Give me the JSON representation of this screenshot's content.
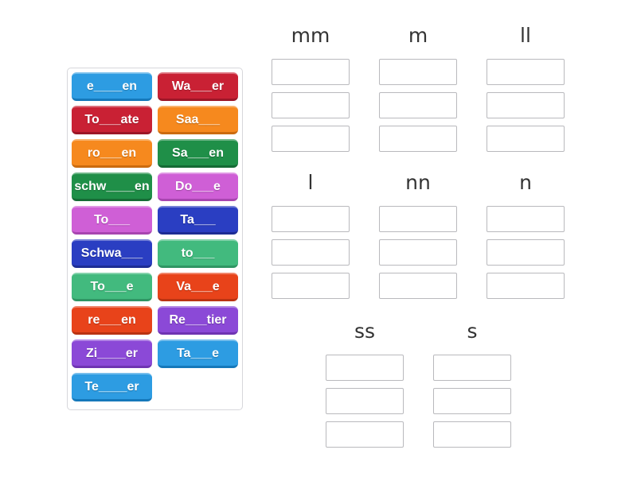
{
  "palette": {
    "blue": "#2d9ce2",
    "red": "#c92134",
    "orange": "#f6891e",
    "green": "#1f8f48",
    "orchid": "#cf5fd6",
    "royal": "#2a3ec2",
    "emerald": "#42ba7e",
    "flame": "#e8431a",
    "purple": "#8b49d7",
    "header_text": "#333333",
    "slot_border": "#b9b9bd",
    "bank_border": "#d7d7db"
  },
  "word_bank": {
    "tiles": [
      {
        "label": "e____en",
        "color": "blue"
      },
      {
        "label": "Wa___er",
        "color": "red"
      },
      {
        "label": "To___ate",
        "color": "red"
      },
      {
        "label": "Saa___",
        "color": "orange"
      },
      {
        "label": "ro___en",
        "color": "orange"
      },
      {
        "label": "Sa___en",
        "color": "green"
      },
      {
        "label": "schw____en",
        "color": "green"
      },
      {
        "label": "Do___e",
        "color": "orchid"
      },
      {
        "label": "To___",
        "color": "orchid"
      },
      {
        "label": "Ta___",
        "color": "royal"
      },
      {
        "label": "Schwa___",
        "color": "royal"
      },
      {
        "label": "to___",
        "color": "emerald"
      },
      {
        "label": "To___e",
        "color": "emerald"
      },
      {
        "label": "Va___e",
        "color": "flame"
      },
      {
        "label": "re___en",
        "color": "flame"
      },
      {
        "label": "Re___tier",
        "color": "purple"
      },
      {
        "label": "Zi____er",
        "color": "purple"
      },
      {
        "label": "Ta___e",
        "color": "blue"
      },
      {
        "label": "Te____er",
        "color": "blue"
      }
    ]
  },
  "groups": [
    {
      "label": "mm",
      "slots": 3
    },
    {
      "label": "m",
      "slots": 3
    },
    {
      "label": "ll",
      "slots": 3
    },
    {
      "label": "l",
      "slots": 3
    },
    {
      "label": "nn",
      "slots": 3
    },
    {
      "label": "n",
      "slots": 3
    },
    {
      "label": "ss",
      "slots": 3
    },
    {
      "label": "s",
      "slots": 3
    }
  ]
}
